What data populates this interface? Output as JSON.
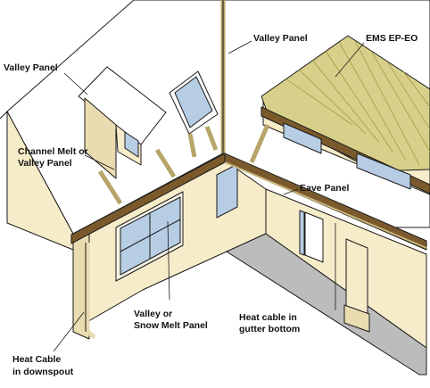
{
  "labels": {
    "valley_panel_top": "Valley Panel",
    "valley_panel_left": "Valley Panel",
    "ems_ep_eo": "EMS EP-EO",
    "channel_melt_line1": "Channel Melt or",
    "channel_melt_line2": "Valley Panel",
    "eave_panel": "Eave Panel",
    "valley_snow_line1": "Valley or",
    "valley_snow_line2": "Snow Melt Panel",
    "heat_gutter_line1": "Heat cable in",
    "heat_gutter_line2": "gutter bottom",
    "heat_downspout_line1": "Heat Cable",
    "heat_downspout_line2": "in downspout"
  },
  "colors": {
    "wall": "#f6ecc9",
    "wall_shade": "#e9dcb0",
    "roof": "#ffffff",
    "metal_roof": "#d8d08a",
    "fascia": "#7a5a2c",
    "window_blue": "#b7cde4",
    "window_frame": "#f7f3e6",
    "floor": "#bcbcbc",
    "outline": "#1a1a1a",
    "heat_panel": "#e6dbb0"
  }
}
